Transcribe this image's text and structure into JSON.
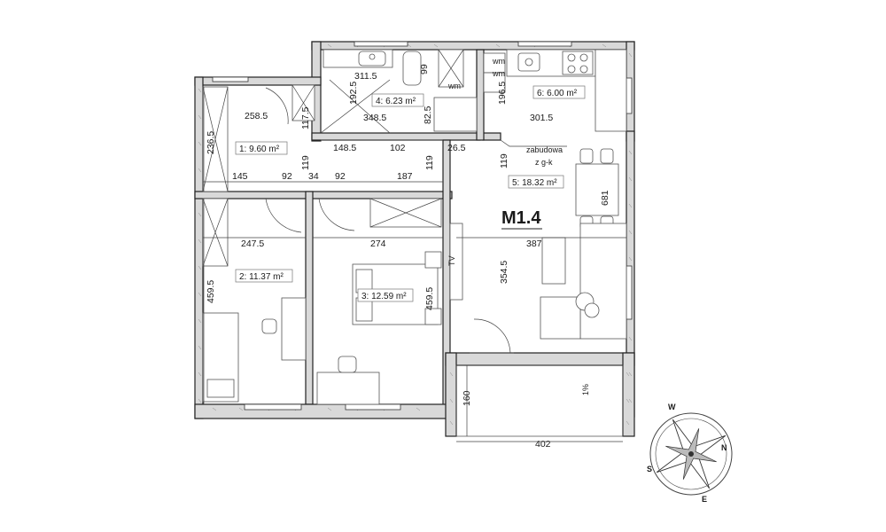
{
  "unit_name": "M1.4",
  "rooms": [
    {
      "label": "1: 9.60 m²"
    },
    {
      "label": "2: 11.37 m²"
    },
    {
      "label": "3: 12.59 m²"
    },
    {
      "label": "4: 6.23 m²"
    },
    {
      "label": "5: 18.32 m²"
    },
    {
      "label": "6: 6.00 m²"
    }
  ],
  "annotations": {
    "zabudowa_line1": "zabudowa",
    "zabudowa_line2": "z g-k",
    "tv": "TV",
    "wm1": "wm",
    "wm2": "wm",
    "wm3": "wm"
  },
  "dimensions": {
    "d_311_5": "311.5",
    "d_99": "99",
    "d_192_5": "192.5",
    "d_196_5": "196.5",
    "d_348_5": "348.5",
    "d_82_5": "82.5",
    "d_258_5": "258.5",
    "d_117_5": "117.5",
    "d_236_5": "236.5",
    "d_301_5": "301.5",
    "d_148_5": "148.5",
    "d_102": "102",
    "d_26_5": "26.5",
    "d_119a": "119",
    "d_119b": "119",
    "d_119c": "119",
    "d_145": "145",
    "d_92a": "92",
    "d_34": "34",
    "d_92b": "92",
    "d_187": "187",
    "d_681": "681",
    "d_247_5": "247.5",
    "d_274": "274",
    "d_387": "387",
    "d_354_5": "354.5",
    "d_459_5a": "459.5",
    "d_459_5b": "459.5",
    "d_160": "160",
    "d_402": "402",
    "d_1pct": "1%"
  },
  "compass": {
    "n": "N",
    "e": "E",
    "s": "S",
    "w": "W"
  },
  "colors": {
    "wall": "#d9d9d9",
    "line": "#222222"
  }
}
